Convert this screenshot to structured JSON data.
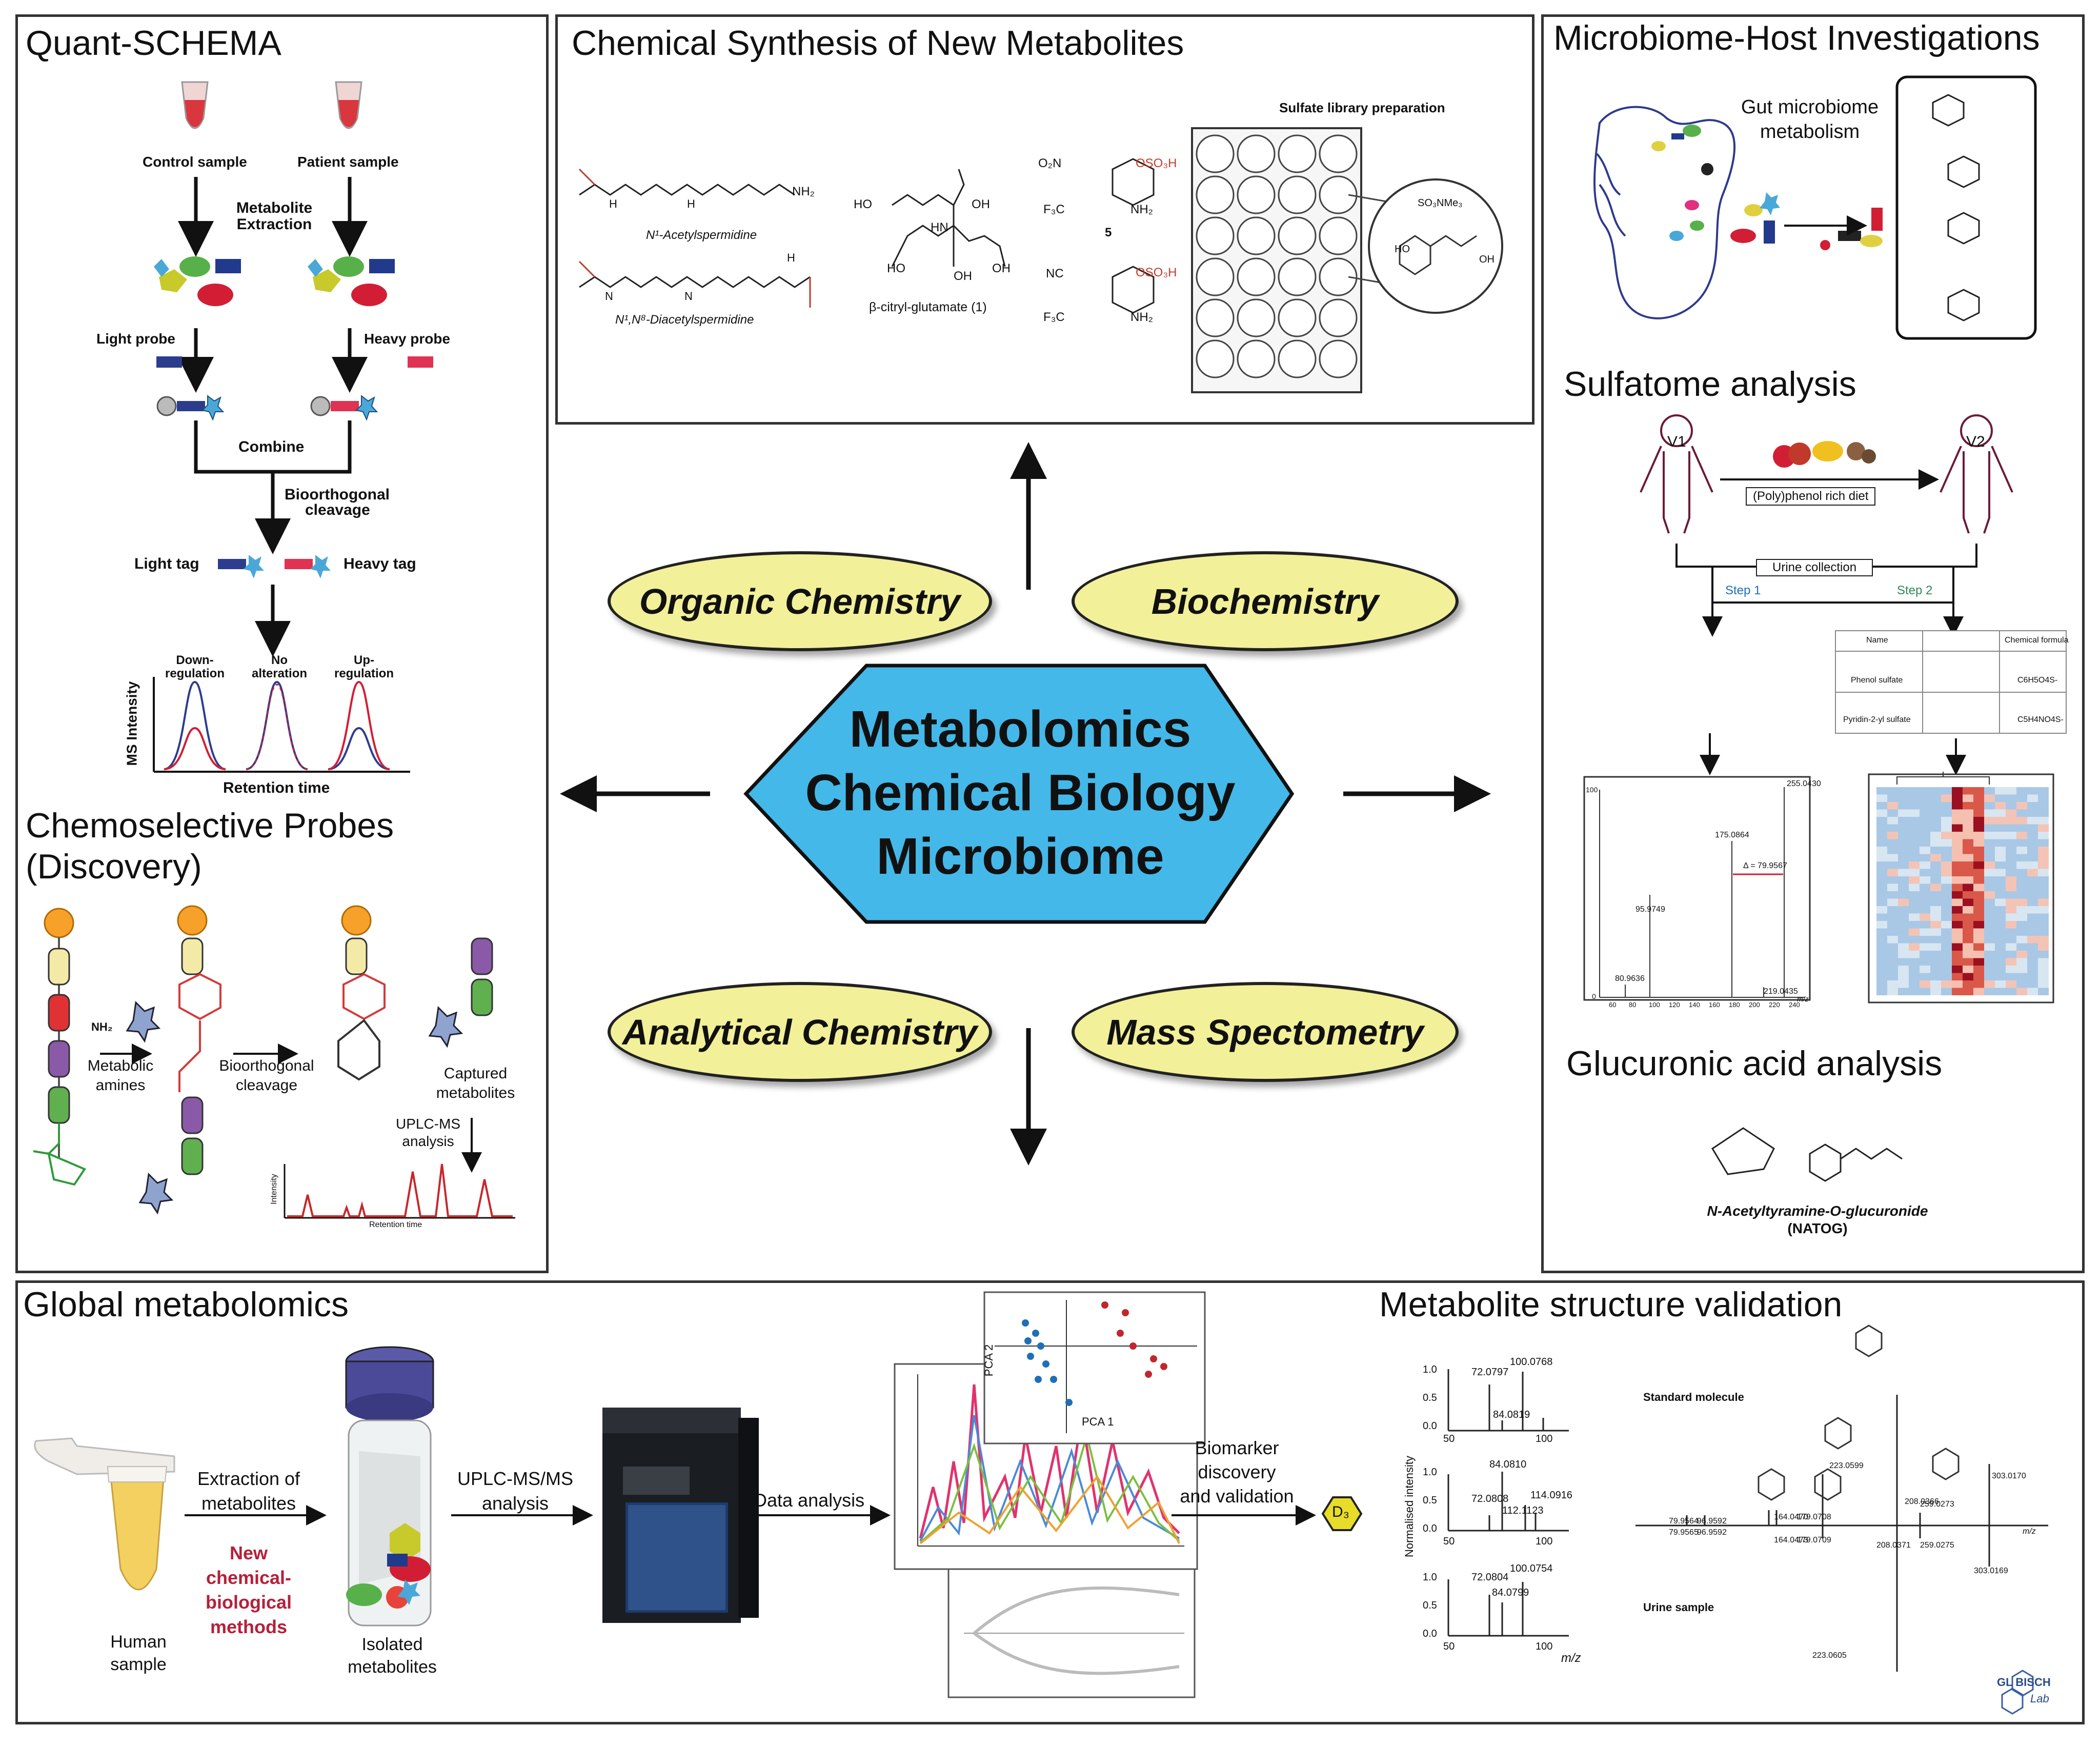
{
  "center": {
    "line1": "Metabolomics",
    "line2": "Chemical Biology",
    "line3": "Microbiome"
  },
  "disciplines": {
    "organic": "Organic Chemistry",
    "biochem": "Biochemistry",
    "analytical": "Analytical Chemistry",
    "mass": "Mass Spectometry"
  },
  "quant": {
    "title": "Quant-SCHEMA",
    "control": "Control sample",
    "patient": "Patient sample",
    "extraction": [
      "Metabolite",
      "Extraction"
    ],
    "light_probe": "Light probe",
    "heavy_probe": "Heavy probe",
    "combine": "Combine",
    "cleavage": [
      "Bioorthogonal",
      "cleavage"
    ],
    "light_tag": "Light tag",
    "heavy_tag": "Heavy tag",
    "down": [
      "Down-",
      "regulation"
    ],
    "noalt": [
      "No",
      "alteration"
    ],
    "up": [
      "Up-",
      "regulation"
    ],
    "ylabel": "MS Intensity",
    "xlabel": "Retention time"
  },
  "probes": {
    "title": "Chemoselective Probes",
    "title2": "(Discovery)",
    "amine_group": "NH₂",
    "metabolic": [
      "Metabolic",
      "amines"
    ],
    "cleavage": [
      "Bioorthogonal",
      "cleavage"
    ],
    "captured": [
      "Captured",
      "metabolites"
    ],
    "uplc": [
      "UPLC-MS",
      "analysis"
    ],
    "ylabel": "Intensity",
    "xlabel": "Retention time"
  },
  "synthesis": {
    "title": "Chemical Synthesis of New Metabolites",
    "m1": "N¹-Acetylspermidine",
    "m2": "N¹,N⁸-Diacetylspermidine",
    "m3": "β-citryl-glutamate (1)",
    "m4": "5",
    "library": "Sulfate library preparation",
    "nh2": "NH₂",
    "oh": "OH",
    "ho": "HO",
    "hn": "HN",
    "h": "H",
    "n": "N",
    "o2n": "O₂N",
    "oso3h": "OSO₃H",
    "f3c": "F₃C",
    "nc": "NC",
    "so3": "SO₃NMe₃"
  },
  "microbiome": {
    "title": "Microbiome-Host Investigations",
    "gut": [
      "Gut microbiome",
      "metabolism"
    ]
  },
  "sulfatome": {
    "title": "Sulfatome analysis",
    "v1": "V1",
    "v2": "V2",
    "diet": "(Poly)phenol rich diet",
    "urine": "Urine collection",
    "step1": "Step 1",
    "step2": "Step 2",
    "table_name": "Name",
    "table_formula": "Chemical formula",
    "row1": "Phenol sulfate",
    "row1f": "C6H5O4S-",
    "row2": "Pyridin-2-yl sulfate",
    "row2f": "C5H4NO4S-",
    "ms_peaks": [
      "255.0430",
      "175.0864",
      "Δ = 79.9567",
      "95.9749",
      "80.9636",
      "219.0435"
    ],
    "ms_xticks": [
      "60",
      "80",
      "100",
      "120",
      "140",
      "160",
      "180",
      "200",
      "220",
      "240"
    ],
    "ms_y": "100",
    "ms_y0": "0",
    "ms_mz": "m/z"
  },
  "glucuronic": {
    "title": "Glucuronic acid analysis",
    "name": "N-Acetyltyramine-O-glucuronide",
    "abbr": "(NATOG)"
  },
  "global": {
    "title": "Global metabolomics",
    "human": [
      "Human",
      "sample"
    ],
    "extraction": [
      "Extraction of",
      "metabolites"
    ],
    "new_methods": [
      "New",
      "chemical-",
      "biological",
      "methods"
    ],
    "isolated": [
      "Isolated",
      "metabolites"
    ],
    "uplc": [
      "UPLC-MS/MS",
      "analysis"
    ],
    "data": "Data analysis",
    "biomarker": [
      "Biomarker",
      "discovery",
      "and validation"
    ],
    "d3": "D₃",
    "pca1": "PCA 1",
    "pca2": "PCA 2"
  },
  "validation": {
    "title": "Metabolite structure validation",
    "spectra": [
      {
        "peaks": [
          "72.0797",
          "100.0768",
          "84.0819"
        ]
      },
      {
        "peaks": [
          "84.0810",
          "72.0808",
          "114.0916",
          "112.1123"
        ]
      },
      {
        "peaks": [
          "72.0804",
          "100.0754",
          "84.0799"
        ]
      }
    ],
    "ticks": [
      "1.0",
      "0.5",
      "0.0"
    ],
    "x50": "50",
    "x100": "100",
    "ylabel": "Normalised intensity",
    "xlabel": "m/z",
    "standard": "Standard molecule",
    "urine": "Urine sample",
    "mirror_top": [
      "223.0599",
      "208.0366",
      "303.0170",
      "259.0273",
      "164.0470",
      "179.0708",
      "79.9564",
      "96.9592"
    ],
    "mirror_bottom": [
      "79.9565",
      "96.9592",
      "164.0473",
      "179.0709",
      "208.0371",
      "259.0275",
      "303.0169",
      "223.0605"
    ],
    "mz": "m/z",
    "logo1": "GL",
    "logo2": "BISCH",
    "logo3": "Lab"
  }
}
